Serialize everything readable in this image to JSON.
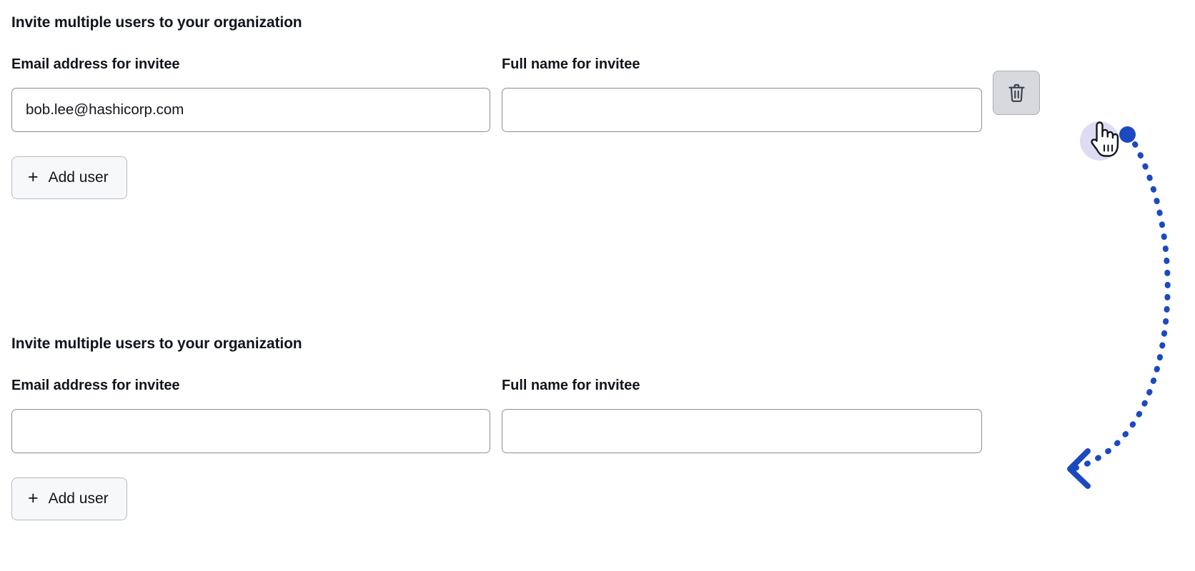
{
  "page": {
    "background": "#ffffff",
    "accent_blue": "#1b4ac0",
    "cursor_halo_color": "#c9c6ec",
    "input_border_color": "#8c909c",
    "button_border_color": "#b6bac3",
    "delete_button_background": "#d7d9de"
  },
  "forms": [
    {
      "title": "Invite multiple users to your organization",
      "email_field": {
        "label": "Email address for invitee",
        "value": "bob.lee@hashicorp.com",
        "placeholder": ""
      },
      "name_field": {
        "label": "Full name for invitee",
        "value": "",
        "placeholder": ""
      },
      "delete_button": {
        "icon": "trash-icon",
        "label": "",
        "visible": true,
        "hovered": true
      },
      "add_button": {
        "icon": "plus-icon",
        "plus": "+",
        "label": "Add user"
      }
    },
    {
      "title": "Invite multiple users to your organization",
      "email_field": {
        "label": "Email address for invitee",
        "value": "",
        "placeholder": ""
      },
      "name_field": {
        "label": "Full name for invitee",
        "value": "",
        "placeholder": ""
      },
      "delete_button": {
        "icon": "trash-icon",
        "label": "",
        "visible": false,
        "hovered": false
      },
      "add_button": {
        "icon": "plus-icon",
        "plus": "+",
        "label": "Add user"
      }
    }
  ],
  "annotation": {
    "cursor": "pointer-hand-cursor",
    "click_marker": "blue-dot",
    "arrow": "dotted-curved-arrow",
    "arrow_direction": "points-left-to-second-form"
  }
}
